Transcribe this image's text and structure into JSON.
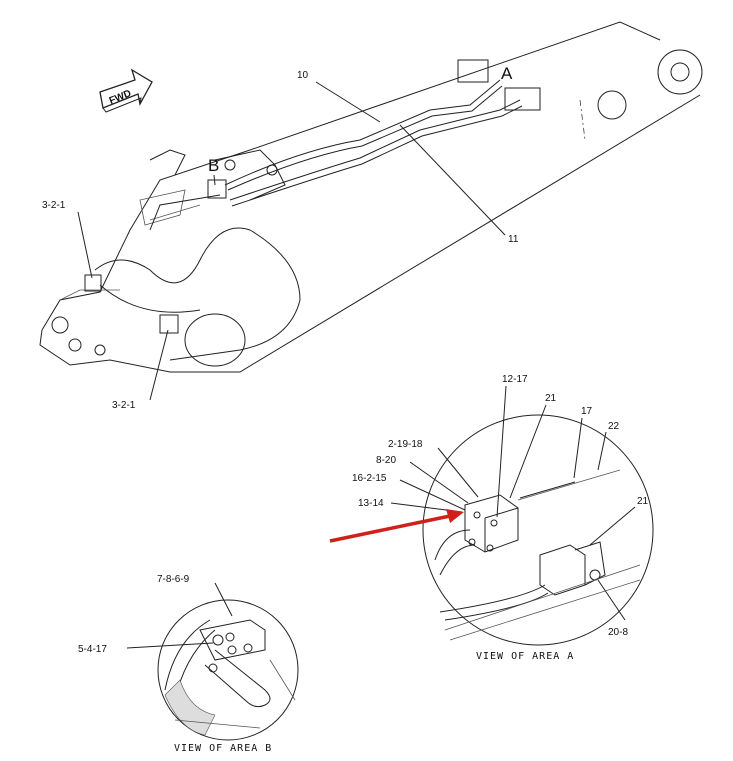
{
  "diagram": {
    "fwd_label": "FWD",
    "callouts": {
      "area_a": "A",
      "area_b": "B",
      "part_10": "10",
      "part_11": "11",
      "part_3_2_1_upper": "3-2-1",
      "part_3_2_1_lower": "3-2-1"
    },
    "view_a": {
      "caption": "VIEW OF AREA A",
      "labels": [
        "12-17",
        "21",
        "17",
        "22",
        "2-19-18",
        "8-20",
        "16-2-15",
        "13-14",
        "21",
        "20-8"
      ]
    },
    "view_b": {
      "caption": "VIEW OF AREA B",
      "labels": [
        "7-8-6-9",
        "5-4-17"
      ]
    },
    "highlight_color": "#d0201c"
  }
}
